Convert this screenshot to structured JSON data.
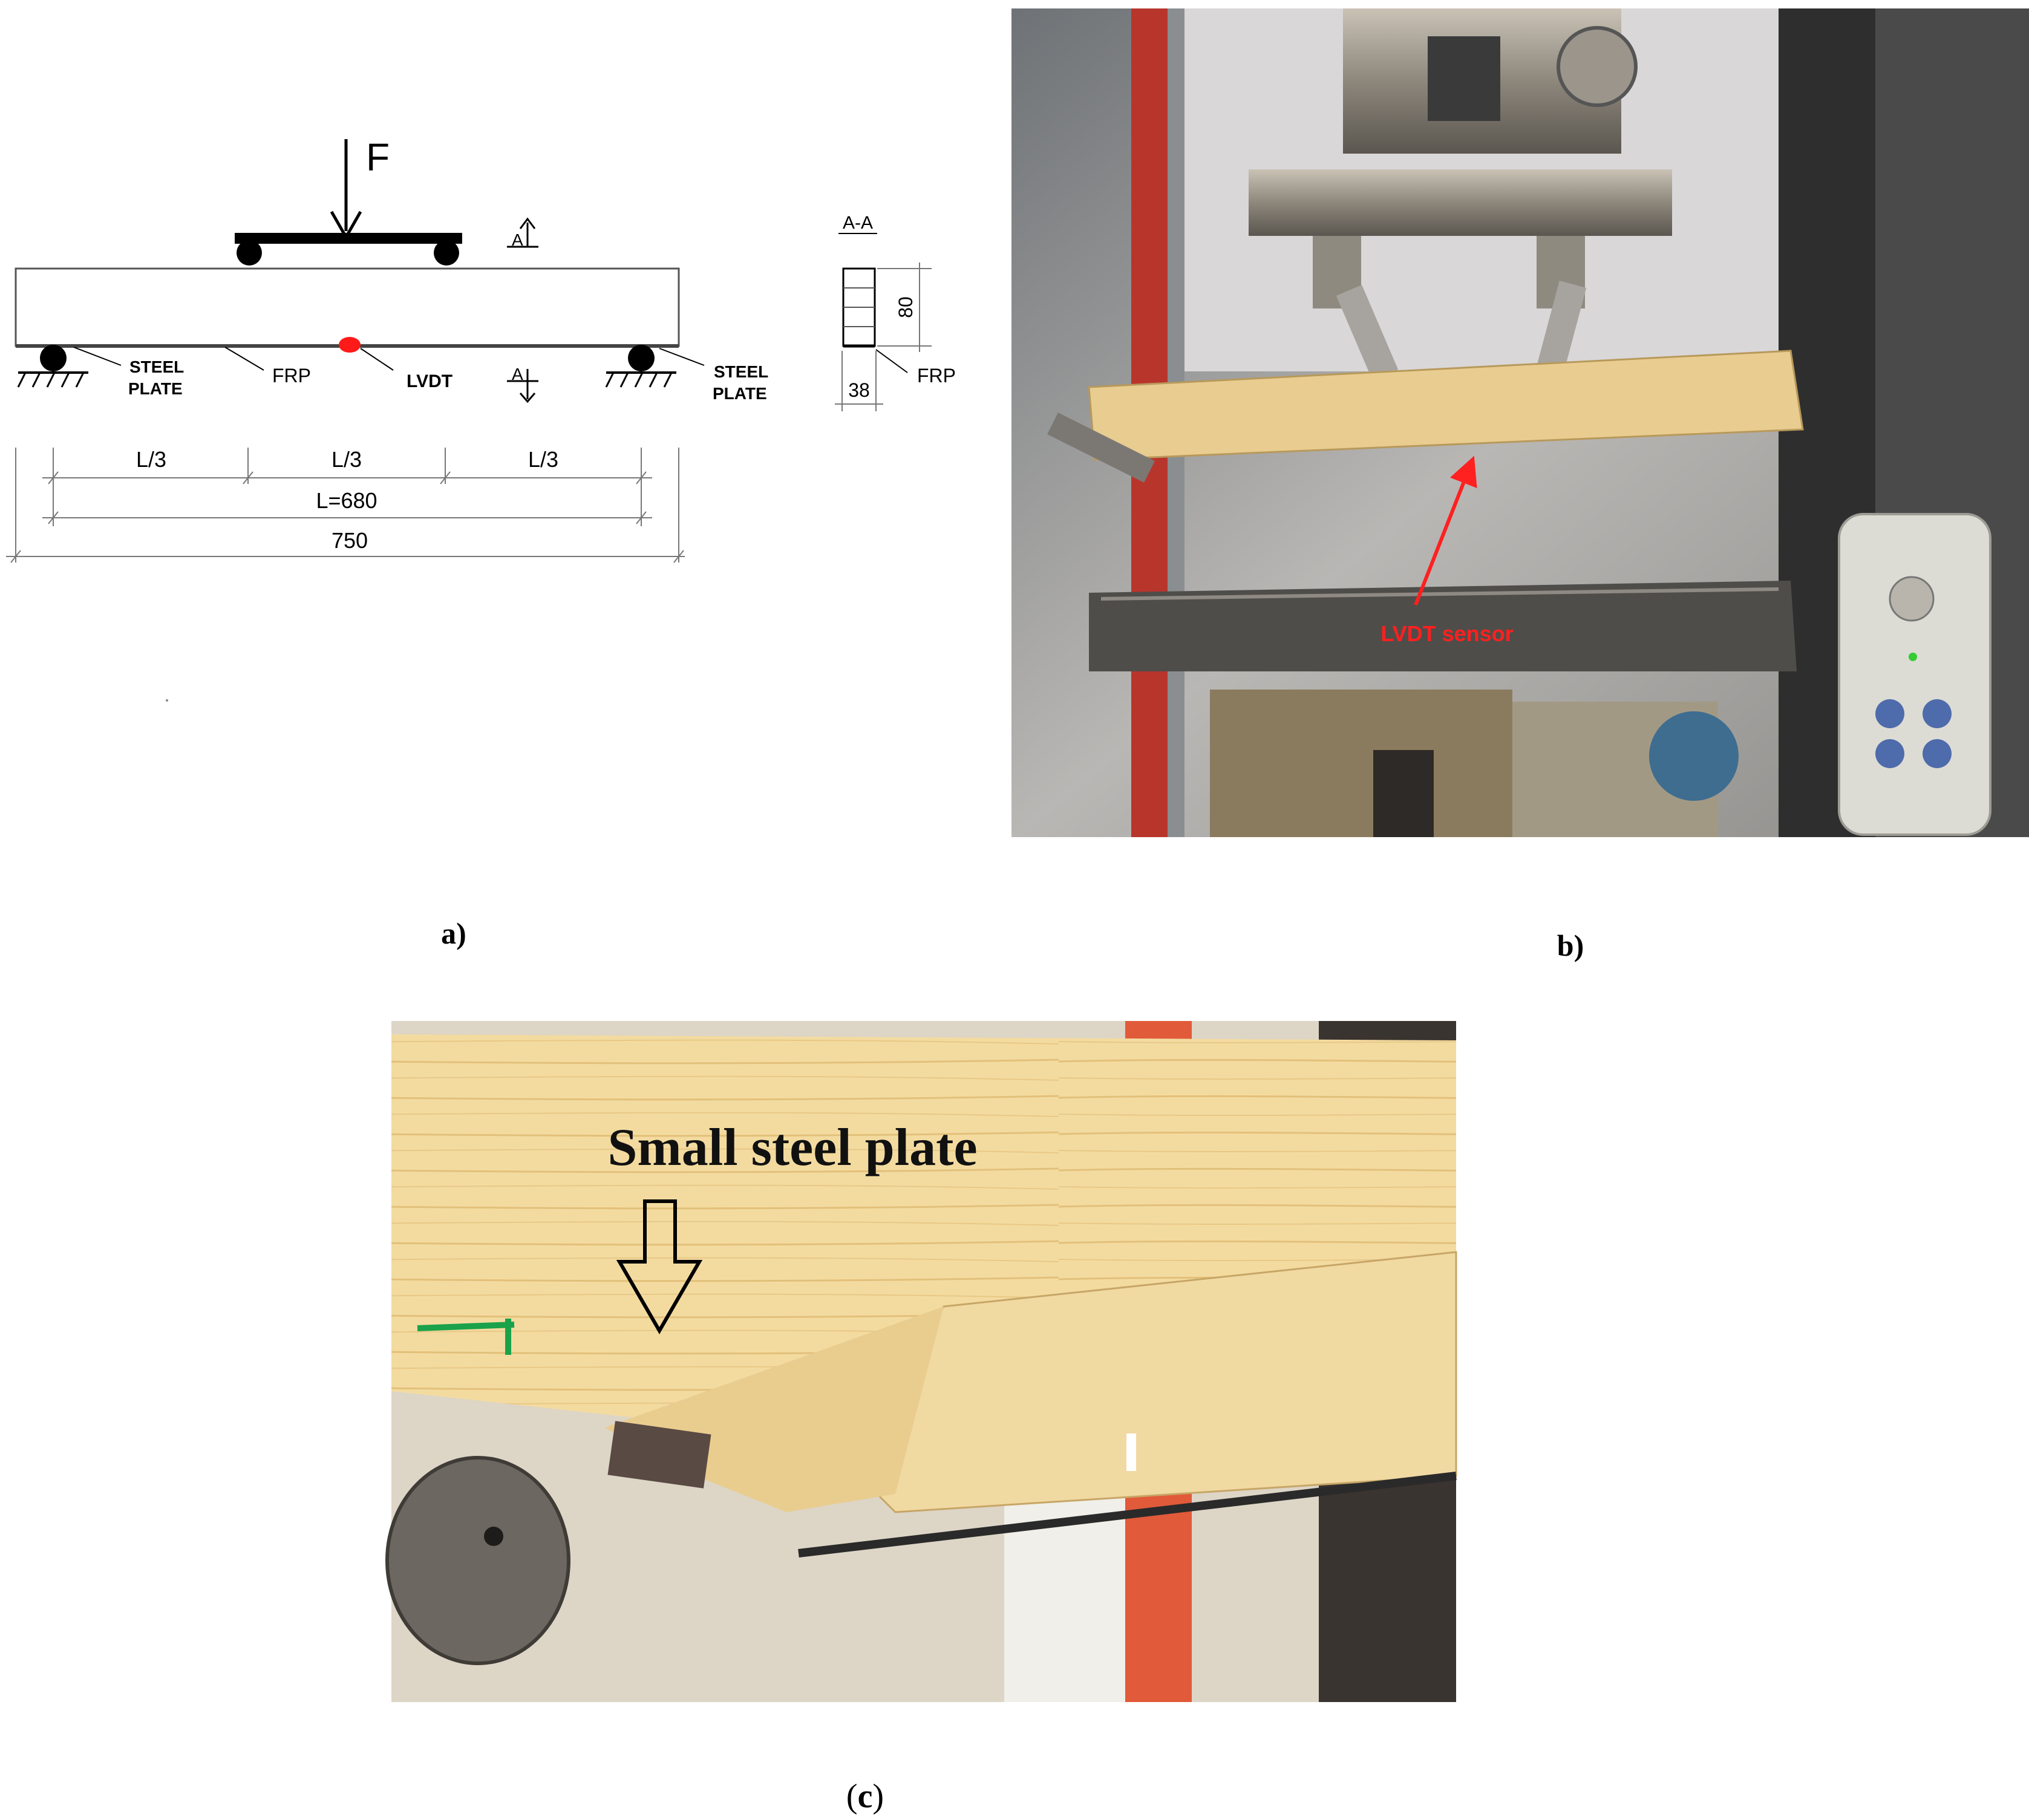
{
  "panel_a": {
    "force_label": "F",
    "section_marker_top": "A",
    "section_marker_bottom": "A",
    "left_support_label_1": "STEEL",
    "left_support_label_2": "PLATE",
    "right_support_label_1": "STEEL",
    "right_support_label_2": "PLATE",
    "frp_label": "FRP",
    "lvdt_label": "LVDT",
    "span_1": "L/3",
    "span_2": "L/3",
    "span_3": "L/3",
    "span_total": "L=680",
    "overall_length": "750",
    "section_title": "A-A",
    "section_height": "80",
    "section_width": "38",
    "section_frp_label": "FRP",
    "caption": "a)",
    "lvdt_color": "#ff1a1a"
  },
  "panel_b": {
    "annotation": "LVDT sensor",
    "annotation_color": "#ff2020",
    "caption": "b)"
  },
  "panel_c": {
    "annotation": "Small steel plate",
    "caption_open": "(",
    "caption_letter": "c",
    "caption_close": ")"
  }
}
